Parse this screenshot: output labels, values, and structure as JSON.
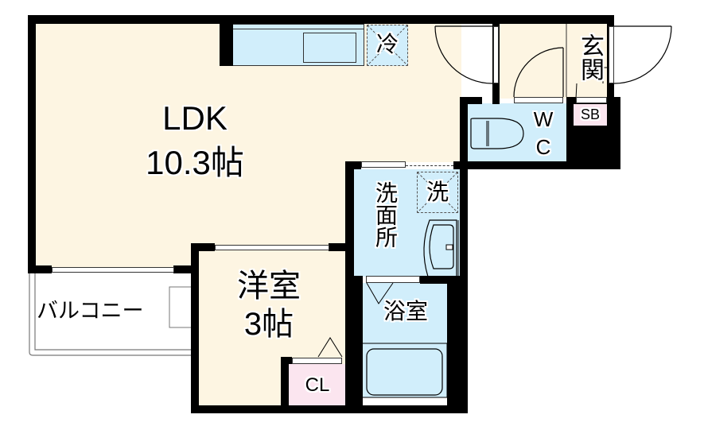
{
  "floorplan": {
    "rooms": {
      "ldk": {
        "name": "LDK",
        "size": "10.3帖"
      },
      "western_room": {
        "name": "洋室",
        "size": "3帖"
      },
      "washroom": {
        "name": "洗面所"
      },
      "bathroom": {
        "name": "浴室"
      },
      "toilet": {
        "name_line1": "W",
        "name_line2": "C"
      },
      "entrance": {
        "name": "玄関"
      },
      "balcony": {
        "name": "バルコニー"
      },
      "closet": {
        "name": "CL"
      },
      "shoe_box": {
        "name": "SB"
      }
    },
    "fixtures": {
      "refrigerator": "冷",
      "washing_machine": "洗"
    },
    "colors": {
      "living_floor": "#fdf5e2",
      "wet_area": "#d1eefb",
      "storage": "#fbe5ef",
      "wall": "#000000"
    }
  }
}
